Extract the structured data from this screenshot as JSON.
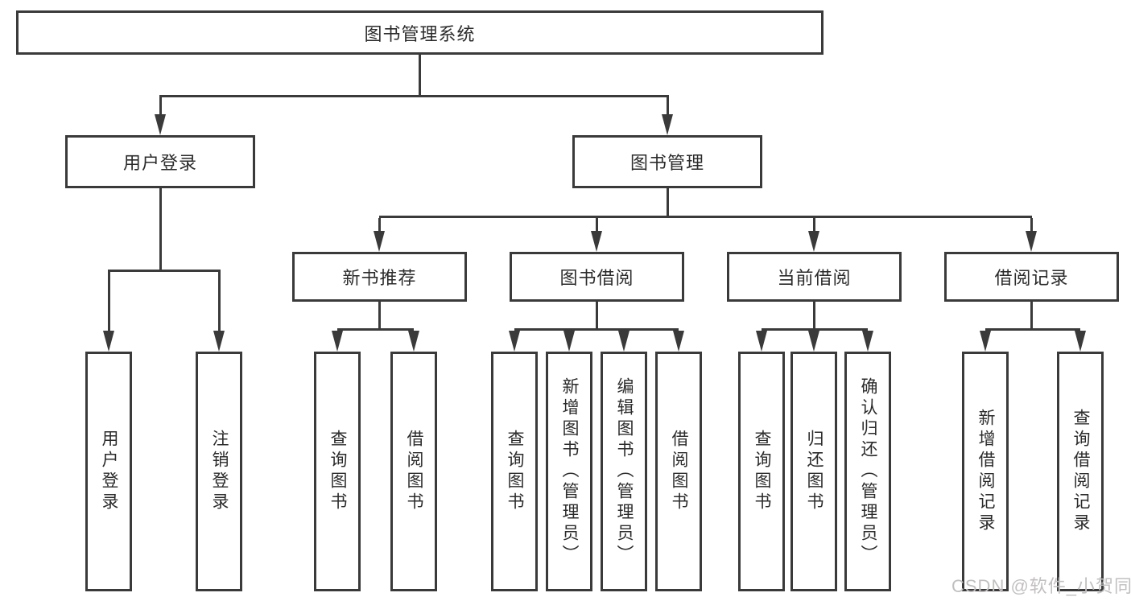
{
  "colors": {
    "line": "#3a3a3a",
    "text": "#2b2b2b",
    "watermark": "#c2bfbf",
    "background": "#ffffff"
  },
  "diagram": {
    "root": {
      "label": "图书管理系统"
    },
    "level1": [
      {
        "label": "用户登录"
      },
      {
        "label": "图书管理"
      }
    ],
    "level2": [
      {
        "label": "新书推荐"
      },
      {
        "label": "图书借阅"
      },
      {
        "label": "当前借阅"
      },
      {
        "label": "借阅记录"
      }
    ],
    "leaves": {
      "user_login": [
        {
          "label": "用户登录"
        },
        {
          "label": "注销登录"
        }
      ],
      "new_book": [
        {
          "label": "查询图书"
        },
        {
          "label": "借阅图书"
        }
      ],
      "book_borrow": [
        {
          "label": "查询图书"
        },
        {
          "label": "新增图书（管理员）"
        },
        {
          "label": "编辑图书（管理员）"
        },
        {
          "label": "借阅图书"
        }
      ],
      "current_borrow": [
        {
          "label": "查询图书"
        },
        {
          "label": "归还图书"
        },
        {
          "label": "确认归还（管理员）"
        }
      ],
      "borrow_record": [
        {
          "label": "新增借阅记录"
        },
        {
          "label": "查询借阅记录"
        }
      ]
    }
  },
  "watermark": {
    "text": "CSDN @软件_小贺同学"
  }
}
